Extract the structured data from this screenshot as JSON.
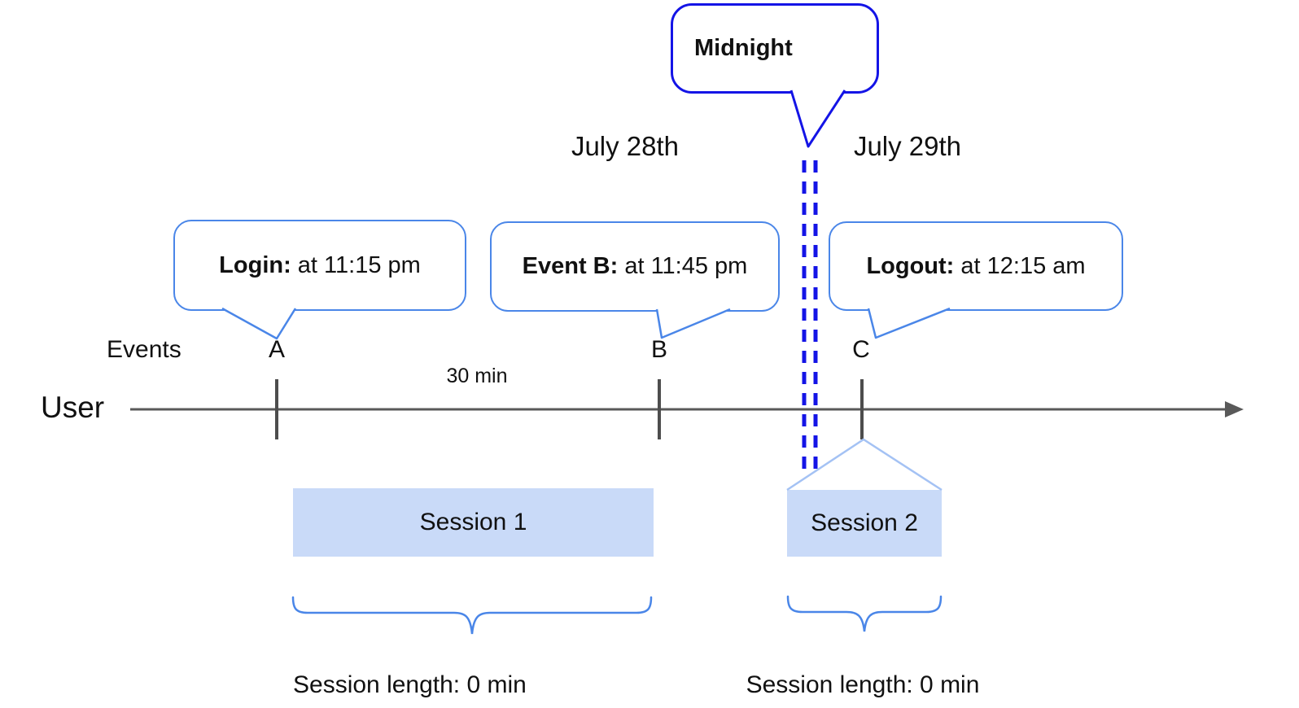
{
  "callouts": {
    "midnight": {
      "label": "Midnight"
    },
    "login": {
      "label": "Login:",
      "value": " at 11:15 pm"
    },
    "event_b": {
      "label": "Event B:",
      "value": " at 11:45 pm"
    },
    "logout": {
      "label": "Logout:",
      "value": " at 12:15 am"
    }
  },
  "dates": {
    "before_midnight": "July 28th",
    "after_midnight": "July 29th"
  },
  "timeline": {
    "axis_label": "User",
    "events_label": "Events",
    "markers": [
      "A",
      "B",
      "C"
    ],
    "interval_label": "30 min"
  },
  "sessions": [
    {
      "name": "Session 1",
      "length_label": "Session length: 0 min"
    },
    {
      "name": "Session 2",
      "length_label": "Session length: 0 min"
    }
  ],
  "colors": {
    "midnight_blue": "#1414e6",
    "callout_border_blue": "#4a86e8",
    "session_fill_blue": "#c9daf8",
    "connector_light_blue": "#a4c2f4",
    "axis_gray": "#595959",
    "text_black": "#111111"
  }
}
